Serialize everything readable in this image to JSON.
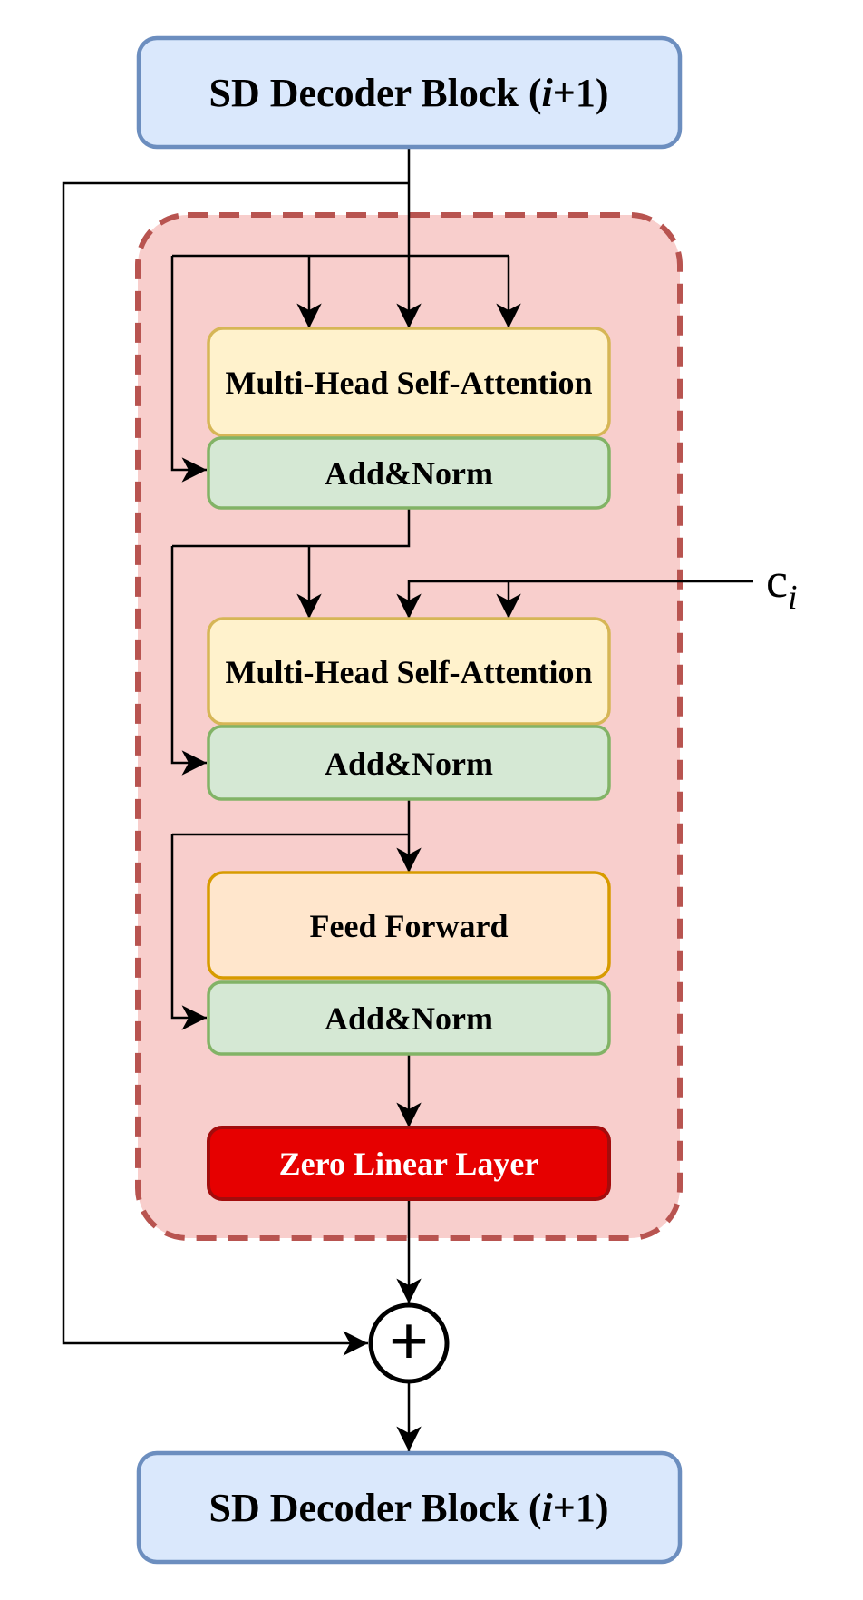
{
  "colors": {
    "blue_fill": "#dae8fc",
    "blue_stroke": "#6c8ebf",
    "yellow_fill": "#fff2cc",
    "yellow_stroke": "#d6b656",
    "green_fill": "#d5e8d4",
    "green_stroke": "#82b366",
    "orange_fill": "#ffe6cc",
    "orange_stroke": "#d79b00",
    "red_fill": "#e60000",
    "red_stroke": "#a30c0c",
    "pink_fill": "#f8cecc",
    "pink_stroke": "#b85450",
    "line_color": "#000000",
    "text_color": "#000000",
    "zero_text_color": "#ffffff",
    "bg_color": "#ffffff"
  },
  "diagram": {
    "top_block": {
      "prefix": "SD Decoder Block (",
      "variable": "i",
      "suffix": "+1)"
    },
    "bottom_block": {
      "prefix": "SD Decoder Block (",
      "variable": "i",
      "suffix": "+1)"
    },
    "control_branch": {
      "self_attention": {
        "label": "Multi-Head Self-Attention"
      },
      "add_norm_1": {
        "label": "Add&Norm"
      },
      "cross_attention": {
        "label": "Multi-Head Self-Attention"
      },
      "add_norm_2": {
        "label": "Add&Norm"
      },
      "feed_forward": {
        "label": "Feed Forward"
      },
      "add_norm_3": {
        "label": "Add&Norm"
      },
      "zero_linear": {
        "label": "Zero Linear Layer"
      }
    },
    "condition_input": {
      "base": "c",
      "subscript": "i"
    },
    "sum_node": {
      "icon": "plus-circle-icon",
      "operator": "+"
    }
  }
}
